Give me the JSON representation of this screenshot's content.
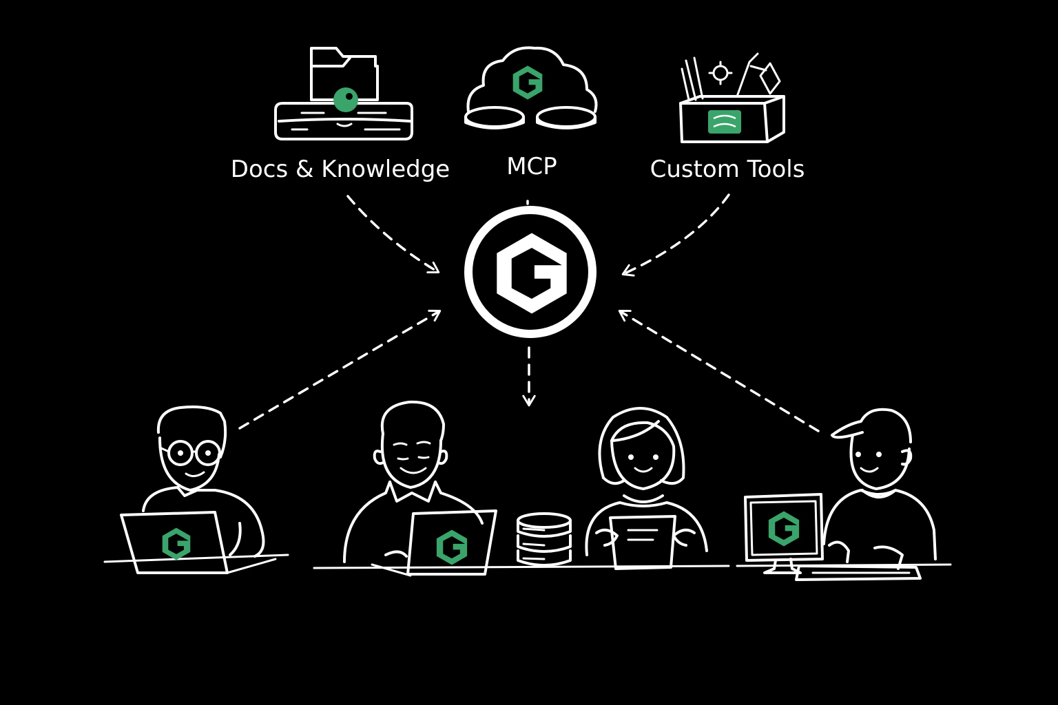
{
  "colors": {
    "background": "#000000",
    "line": "#ffffff",
    "accent": "#3aa56a"
  },
  "sources": [
    {
      "id": "docs",
      "label": "Docs & Knowledge",
      "icon": "folder-storage-icon"
    },
    {
      "id": "mcp",
      "label": "MCP",
      "icon": "cloud-servers-icon"
    },
    {
      "id": "tools",
      "label": "Custom Tools",
      "icon": "toolbox-icon"
    }
  ],
  "hub": {
    "icon": "g-logo-icon"
  },
  "users": [
    {
      "id": "user-glasses",
      "device": "laptop"
    },
    {
      "id": "user-shirt",
      "device": "laptop"
    },
    {
      "id": "user-woman",
      "device": "tablet"
    },
    {
      "id": "user-cap",
      "device": "desktop"
    }
  ],
  "decor": {
    "database": "database-stack-icon"
  }
}
